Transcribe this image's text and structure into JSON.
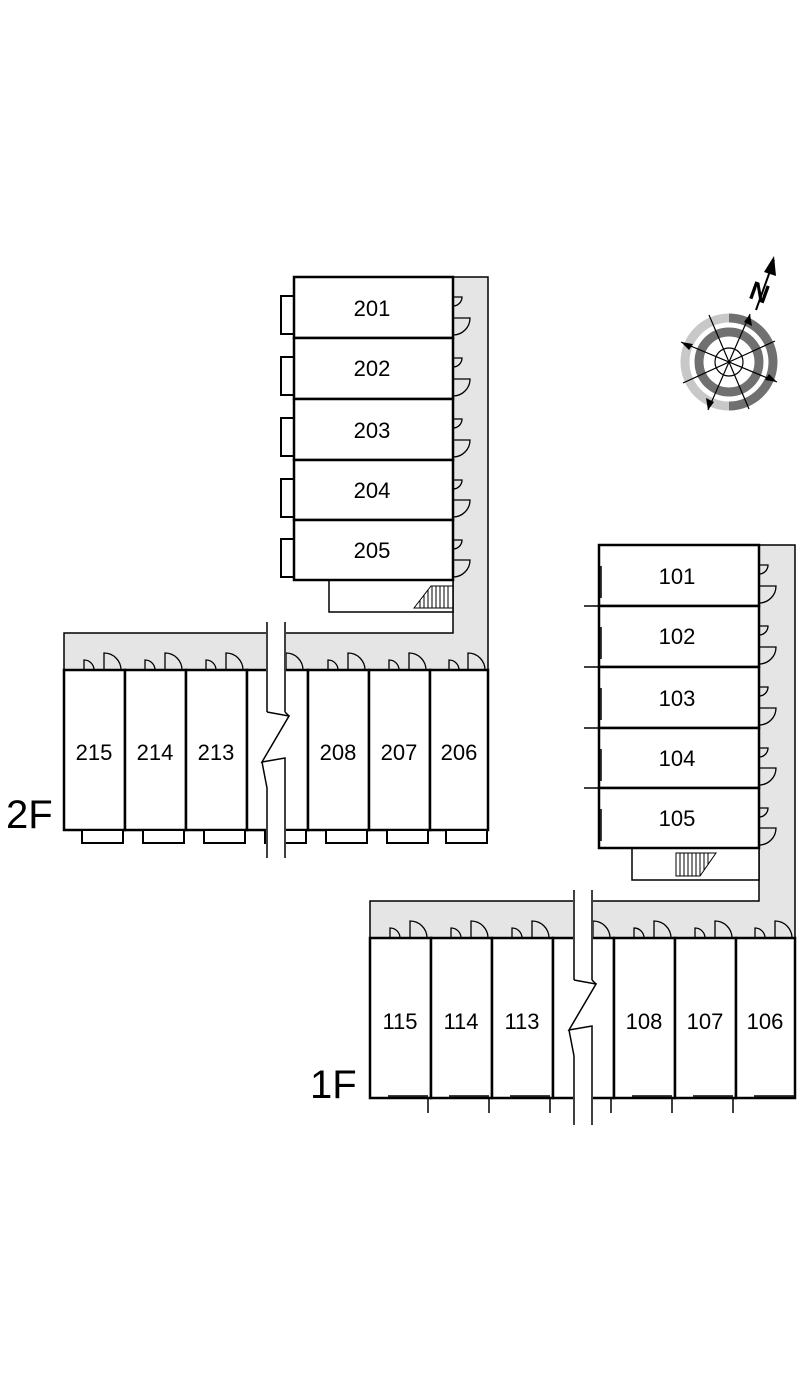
{
  "floors": [
    {
      "id": "2f",
      "label": "2F",
      "vertical_units": [
        "201",
        "202",
        "203",
        "204",
        "205"
      ],
      "horizontal_units": [
        "215",
        "214",
        "213",
        "208",
        "207",
        "206"
      ]
    },
    {
      "id": "1f",
      "label": "1F",
      "vertical_units": [
        "101",
        "102",
        "103",
        "104",
        "105"
      ],
      "horizontal_units": [
        "115",
        "114",
        "113",
        "108",
        "107",
        "106"
      ]
    }
  ],
  "compass": {
    "north_label": "N",
    "icon": "compass-icon"
  },
  "colors": {
    "corridor": "#e5e5e5",
    "line": "#000000",
    "compass_light": "#c8c8c8",
    "compass_dark": "#707070"
  }
}
